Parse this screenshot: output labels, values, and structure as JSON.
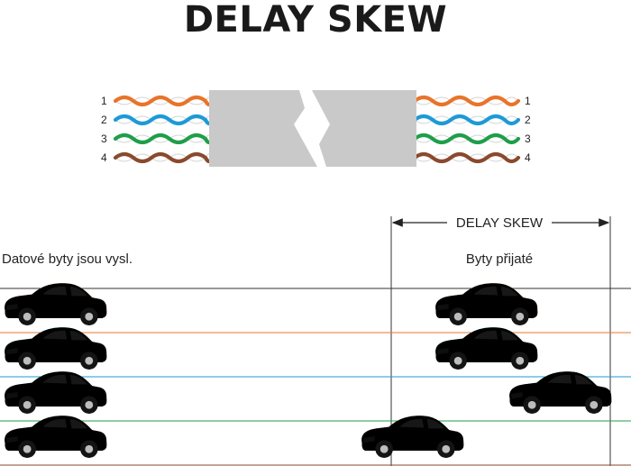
{
  "title": "DELAY SKEW",
  "pairs": [
    {
      "label": "1",
      "color": "#e8742a"
    },
    {
      "label": "2",
      "color": "#1d9ad6"
    },
    {
      "label": "3",
      "color": "#1f9e4a"
    },
    {
      "label": "4",
      "color": "#8a4a2e"
    }
  ],
  "cable": {
    "jacket_color": "#c9c9c9"
  },
  "timing": {
    "skew_label": "DELAY SKEW",
    "sent_label": "Datové byty jsou vysl.",
    "received_label": "Byty přijaté"
  },
  "lanes": [
    {
      "body": "#ef7b22",
      "dark": "#b45416",
      "line": "#e8742a"
    },
    {
      "body": "#1c9ad8",
      "dark": "#136b98",
      "line": "#1d9ad6"
    },
    {
      "body": "#3aa83a",
      "dark": "#1f7026",
      "line": "#1f9e4a",
      "accent": "#c8dd2a"
    },
    {
      "body": "#b0582c",
      "dark": "#6d3417",
      "line": "#8a4a2e"
    }
  ],
  "received_delay": [
    0,
    0,
    1,
    -1
  ]
}
